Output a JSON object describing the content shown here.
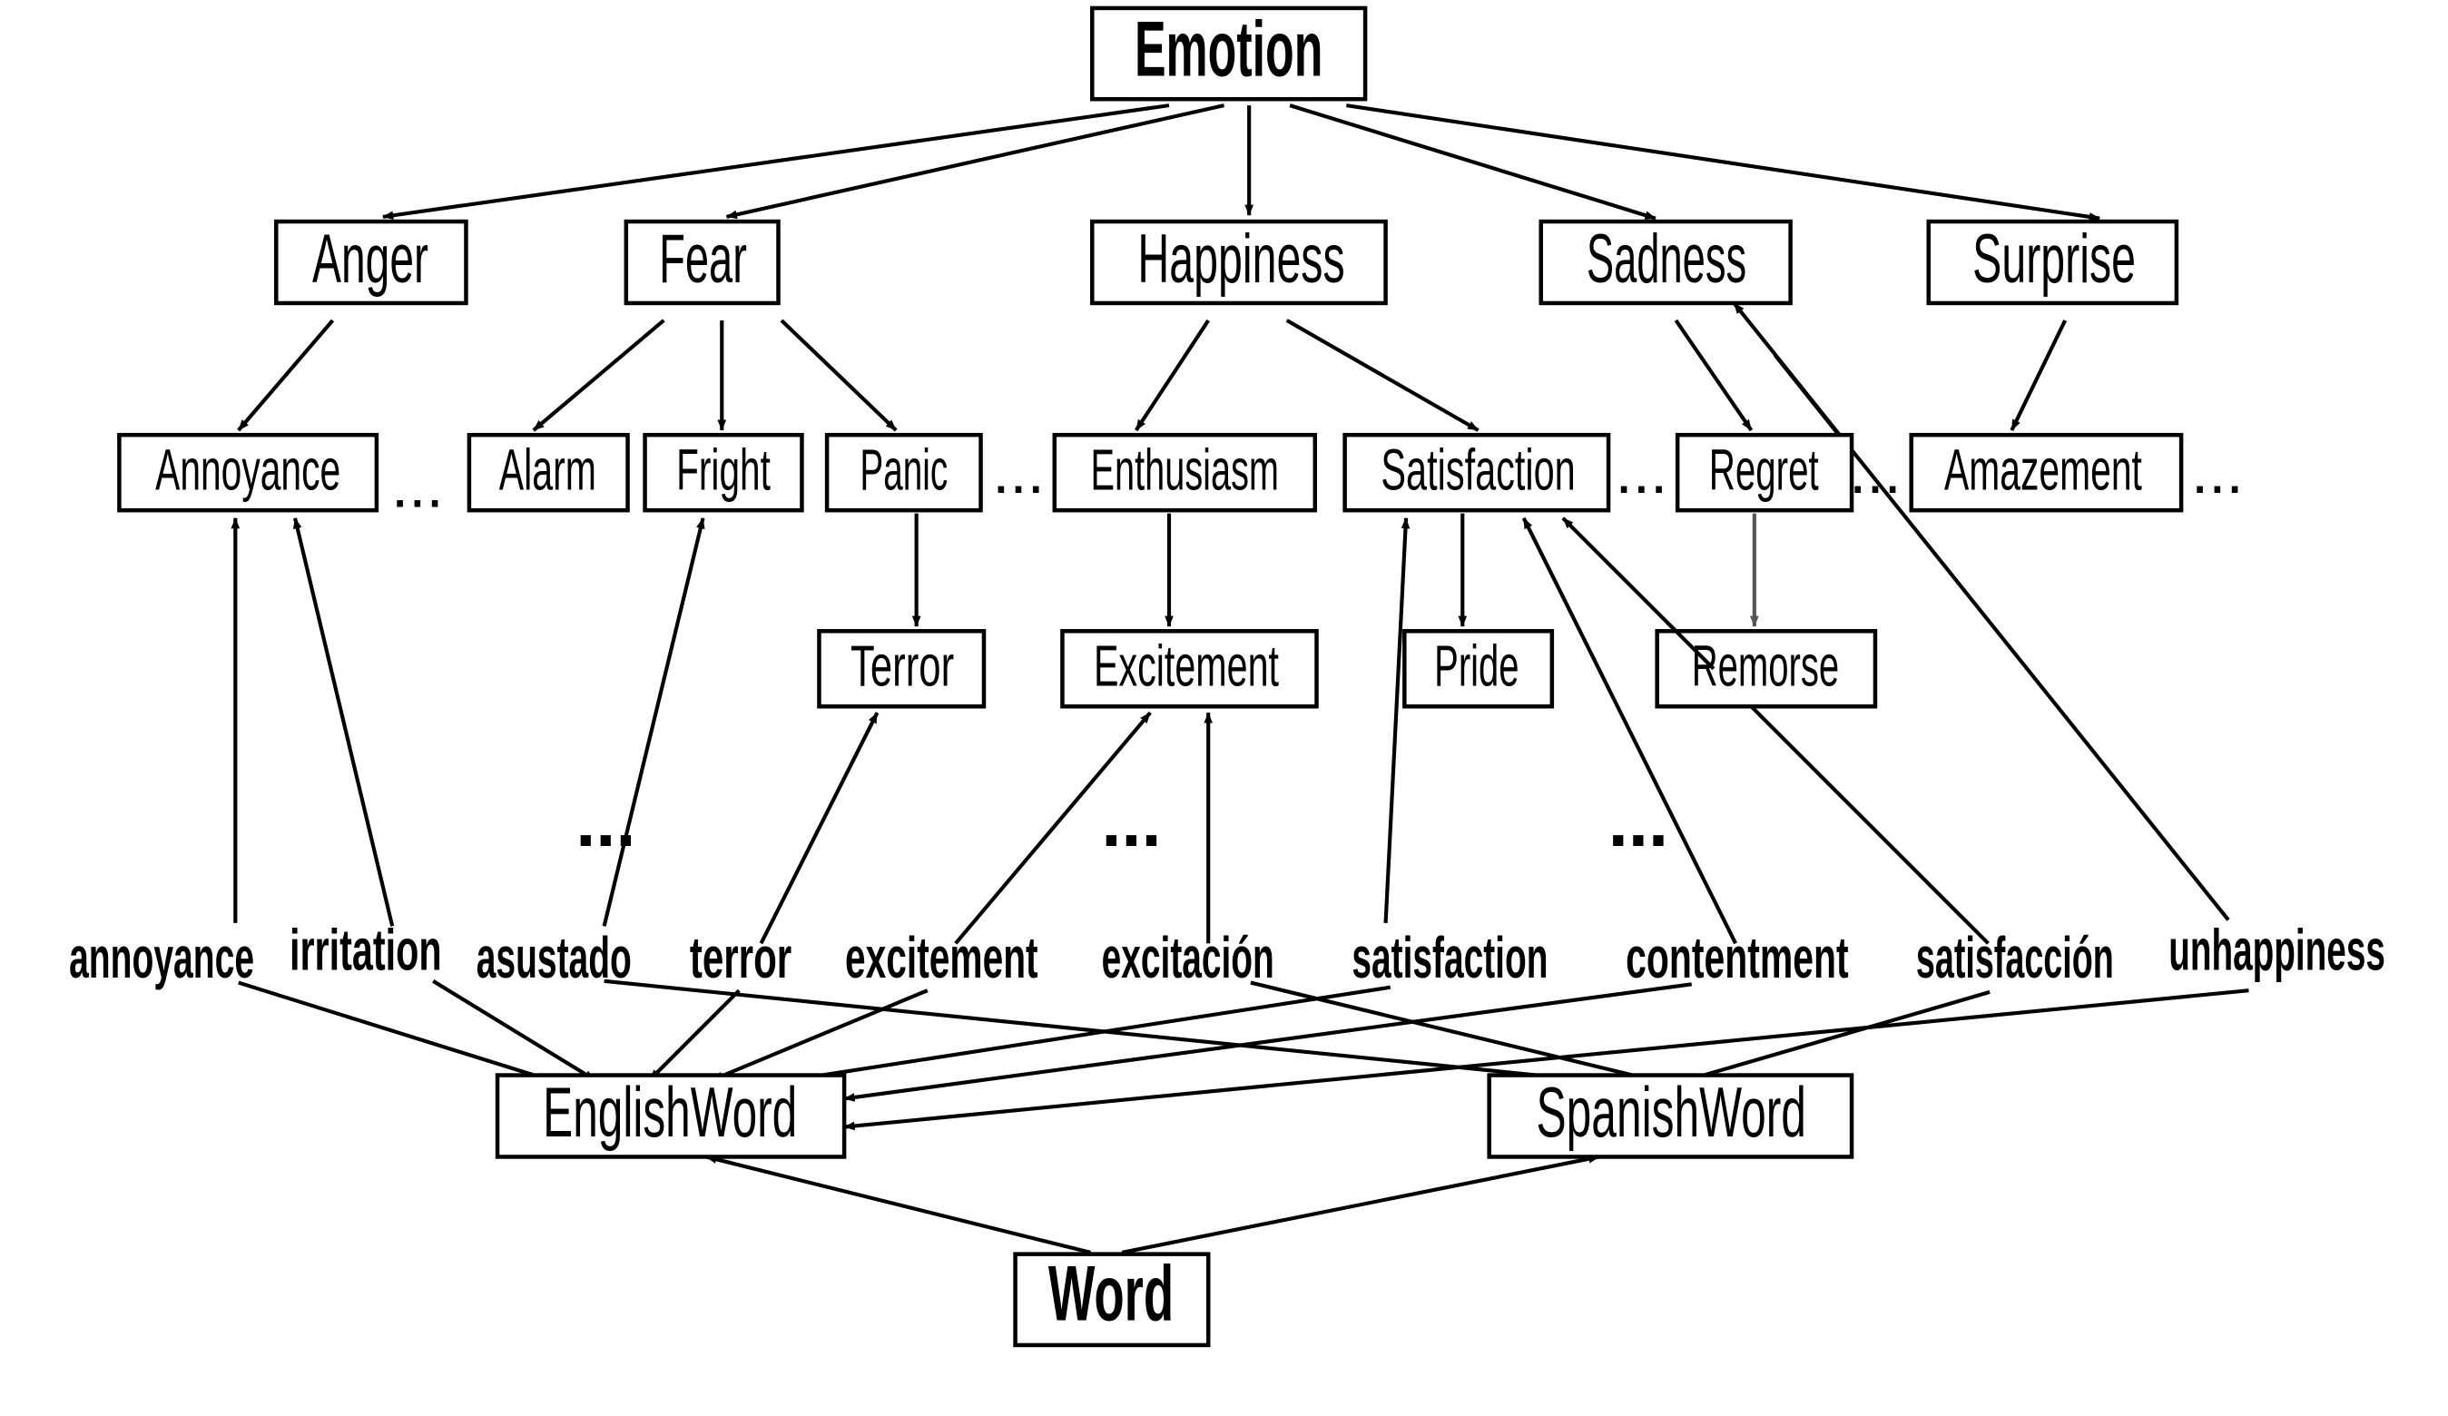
{
  "root": {
    "label": "Emotion"
  },
  "categories": [
    {
      "id": "anger",
      "label": "Anger"
    },
    {
      "id": "fear",
      "label": "Fear"
    },
    {
      "id": "happiness",
      "label": "Happiness"
    },
    {
      "id": "sadness",
      "label": "Sadness"
    },
    {
      "id": "surprise",
      "label": "Surprise"
    }
  ],
  "subcategories": [
    {
      "id": "annoyance",
      "label": "Annoyance"
    },
    {
      "id": "alarm",
      "label": "Alarm"
    },
    {
      "id": "fright",
      "label": "Fright"
    },
    {
      "id": "panic",
      "label": "Panic"
    },
    {
      "id": "enthusiasm",
      "label": "Enthusiasm"
    },
    {
      "id": "satisfaction",
      "label": "Satisfaction"
    },
    {
      "id": "regret",
      "label": "Regret"
    },
    {
      "id": "amazement",
      "label": "Amazement"
    }
  ],
  "leaf_classes": [
    {
      "id": "terror",
      "label": "Terror"
    },
    {
      "id": "excitement",
      "label": "Excitement"
    },
    {
      "id": "pride",
      "label": "Pride"
    },
    {
      "id": "remorse",
      "label": "Remorse"
    }
  ],
  "words": [
    {
      "id": "w_annoyance",
      "label": "annoyance"
    },
    {
      "id": "w_irritation",
      "label": "irritation"
    },
    {
      "id": "w_asustado",
      "label": "asustado"
    },
    {
      "id": "w_terror",
      "label": "terror"
    },
    {
      "id": "w_excitement",
      "label": "excitement"
    },
    {
      "id": "w_excitacion",
      "label": "excitación"
    },
    {
      "id": "w_satisfaction",
      "label": "satisfaction"
    },
    {
      "id": "w_contentment",
      "label": "contentment"
    },
    {
      "id": "w_satisfaccion",
      "label": "satisfacción"
    },
    {
      "id": "w_unhappiness",
      "label": "unhappiness"
    }
  ],
  "word_classes": {
    "english": "EnglishWord",
    "spanish": "SpanishWord",
    "word": "Word"
  },
  "ellipsis": "...",
  "ellipsis_bold": "...",
  "edges": [
    [
      "emotion",
      "anger"
    ],
    [
      "emotion",
      "fear"
    ],
    [
      "emotion",
      "happiness"
    ],
    [
      "emotion",
      "sadness"
    ],
    [
      "emotion",
      "surprise"
    ],
    [
      "anger",
      "annoyance"
    ],
    [
      "fear",
      "alarm"
    ],
    [
      "fear",
      "fright"
    ],
    [
      "fear",
      "panic"
    ],
    [
      "happiness",
      "enthusiasm"
    ],
    [
      "happiness",
      "satisfaction"
    ],
    [
      "sadness",
      "regret"
    ],
    [
      "surprise",
      "amazement"
    ],
    [
      "panic",
      "terror"
    ],
    [
      "enthusiasm",
      "excitement"
    ],
    [
      "satisfaction",
      "pride"
    ],
    [
      "regret",
      "remorse"
    ],
    [
      "w_annoyance",
      "annoyance"
    ],
    [
      "w_irritation",
      "annoyance"
    ],
    [
      "w_asustado",
      "fright"
    ],
    [
      "w_terror",
      "terror"
    ],
    [
      "w_excitement",
      "excitement"
    ],
    [
      "w_excitacion",
      "excitement"
    ],
    [
      "w_satisfaction",
      "satisfaction"
    ],
    [
      "w_contentment",
      "satisfaction"
    ],
    [
      "w_satisfaccion",
      "satisfaction"
    ],
    [
      "w_unhappiness",
      "sadness"
    ],
    [
      "w_annoyance",
      "englishword"
    ],
    [
      "w_irritation",
      "englishword"
    ],
    [
      "w_terror",
      "englishword"
    ],
    [
      "w_excitement",
      "englishword"
    ],
    [
      "w_satisfaction",
      "englishword"
    ],
    [
      "w_contentment",
      "englishword"
    ],
    [
      "w_unhappiness",
      "englishword"
    ],
    [
      "w_asustado",
      "spanishword"
    ],
    [
      "w_excitacion",
      "spanishword"
    ],
    [
      "w_satisfaccion",
      "spanishword"
    ],
    [
      "word",
      "englishword"
    ],
    [
      "word",
      "spanishword"
    ]
  ]
}
